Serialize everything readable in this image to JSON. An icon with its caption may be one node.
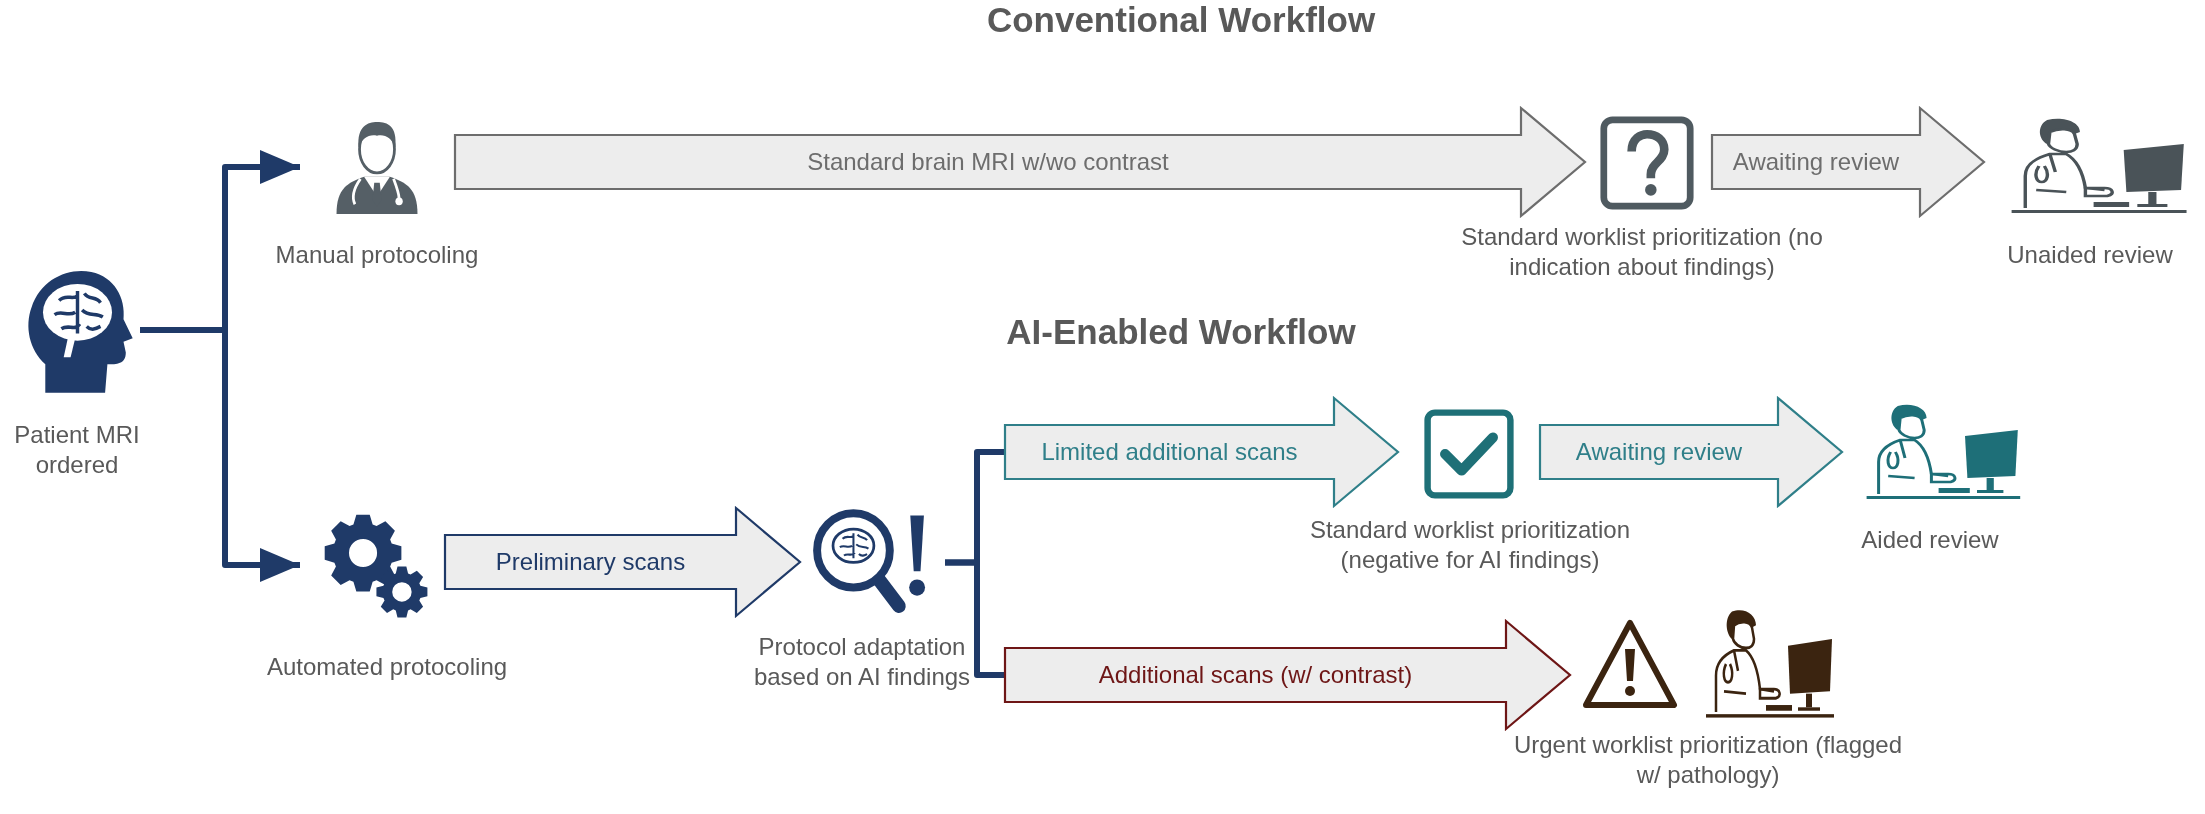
{
  "diagram": {
    "nodes": [
      {
        "text": [
          "Patient MRI ordered"
        ]
      },
      {
        "text": [
          "Manual protocoling"
        ]
      },
      {
        "text": [
          "Standard worklist prioritization (no indication about findings)"
        ]
      },
      {
        "text": [
          "Unaided review"
        ]
      },
      {
        "text": [
          "Automated protocoling"
        ]
      },
      {
        "text": [
          "Protocol adaptation based on AI findings"
        ]
      },
      {
        "text": [
          "Standard worklist prioritization (negative for AI findings)"
        ]
      },
      {
        "text": [
          "Aided review"
        ]
      },
      {
        "text": [
          "Urgent worklist prioritization (flagged w/ pathology)"
        ]
      }
    ],
    "edges": [
      {
        "from": 0,
        "to": 1,
        "arrow": "to"
      },
      {
        "from": 0,
        "to": 4,
        "arrow": "to"
      },
      {
        "from": 1,
        "to": 2,
        "arrow": "to",
        "label": "Standard brain MRI w/wo contrast",
        "color": "#6d6d6d"
      },
      {
        "from": 2,
        "to": 3,
        "arrow": "to",
        "label": "Awaiting review",
        "color": "#6d6d6d"
      },
      {
        "from": 4,
        "to": 5,
        "arrow": "to",
        "label": "Preliminary scans"
      },
      {
        "from": 5,
        "to": 6,
        "arrow": "to",
        "label": "Limited additional scans",
        "color": "#2f7f89"
      },
      {
        "from": 6,
        "to": 7,
        "arrow": "to",
        "label": "Awaiting review",
        "color": "#2f7f89"
      },
      {
        "from": 5,
        "to": 8,
        "arrow": "to",
        "label": "Additional scans (w/ contrast)",
        "color": "#6e1616"
      }
    ],
    "labels": [
      "Conventional Workflow",
      "AI-Enabled Workflow"
    ]
  }
}
